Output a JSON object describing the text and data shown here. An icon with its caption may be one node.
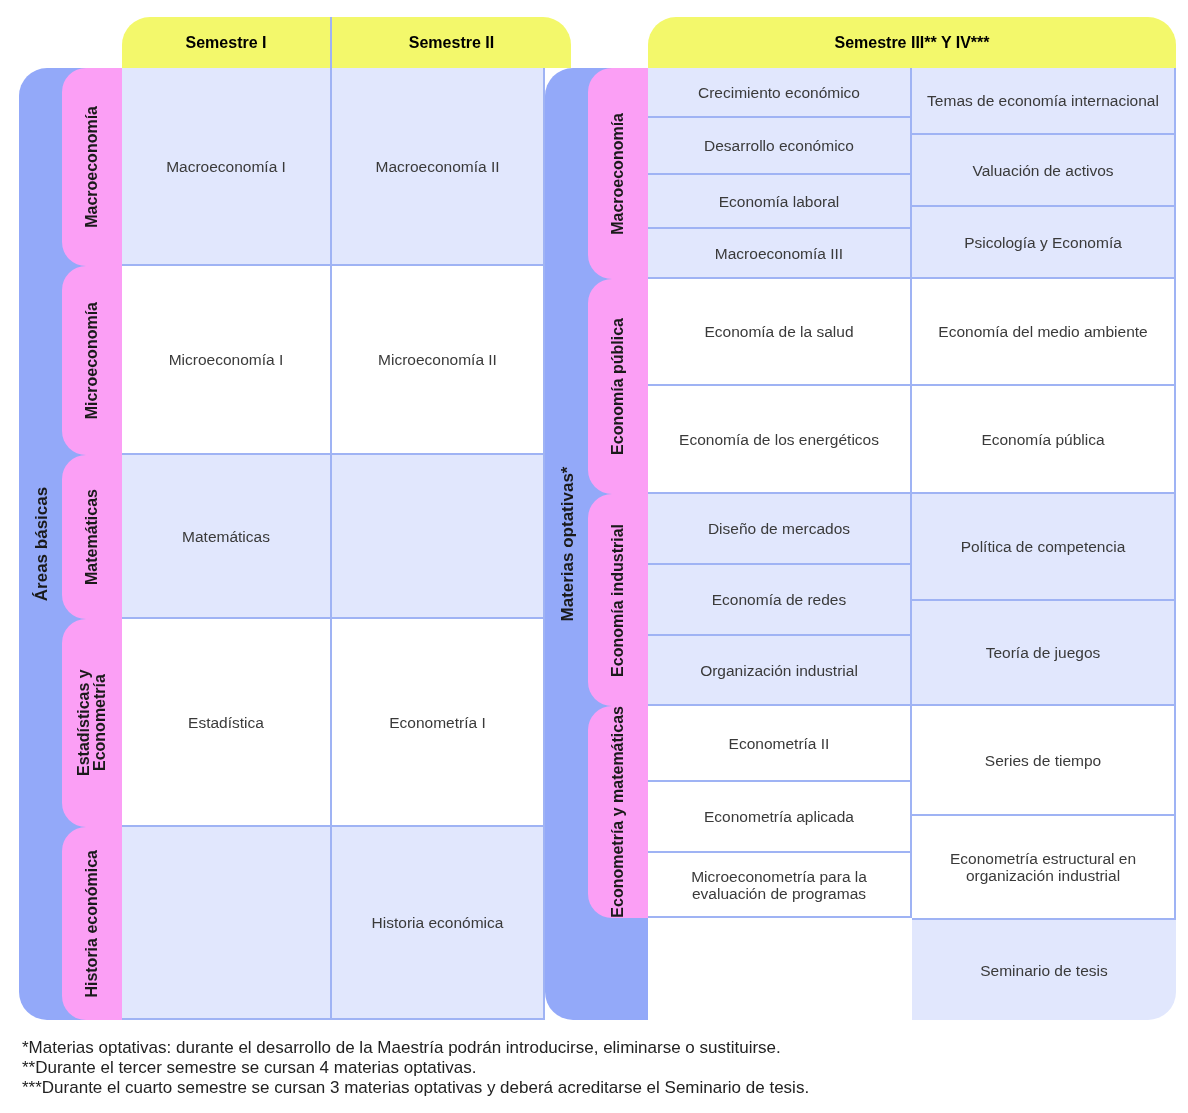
{
  "diagram": {
    "nodes": [
      {
        "text": [
          "Semestre I"
        ]
      },
      {
        "text": [
          "Semestre II"
        ]
      },
      {
        "text": [
          "Semestre III** Y IV***"
        ]
      },
      {
        "text": [
          "Áreas básicas"
        ]
      },
      {
        "text": [
          "Macroeconomía"
        ],
        "in": 3
      },
      {
        "text": [
          "Microeconomía"
        ],
        "in": 3
      },
      {
        "text": [
          "Matemáticas"
        ],
        "in": 3
      },
      {
        "text": [
          "Estadísticas y Econometría"
        ],
        "in": 3
      },
      {
        "text": [
          "Historia económica"
        ],
        "in": 3
      },
      {
        "text": [
          "Macroeconomía I"
        ]
      },
      {
        "text": [
          "Macroeconomía II"
        ]
      },
      {
        "text": [
          "Microeconomía I"
        ]
      },
      {
        "text": [
          "Microeconomía II"
        ]
      },
      {
        "text": [
          "Matemáticas"
        ]
      },
      {
        "text": [],
        "shape": "box"
      },
      {
        "text": [
          "Estadística"
        ]
      },
      {
        "text": [
          "Econometría I"
        ]
      },
      {
        "text": [],
        "shape": "box"
      },
      {
        "text": [
          "Historia económica"
        ]
      },
      {
        "text": [
          "Materias optativas*"
        ]
      },
      {
        "text": [
          "Macroeconomía"
        ],
        "in": 19
      },
      {
        "text": [
          "Economía pública"
        ],
        "in": 19
      },
      {
        "text": [
          "Economía industrial"
        ],
        "in": 19
      },
      {
        "text": [
          "Econometría y matemáticas"
        ],
        "in": 19
      },
      {
        "text": [
          "Crecimiento económico"
        ]
      },
      {
        "text": [
          "Desarrollo económico"
        ]
      },
      {
        "text": [
          "Economía laboral"
        ]
      },
      {
        "text": [
          "Macroeconomía III"
        ]
      },
      {
        "text": [
          "Economía de la salud"
        ]
      },
      {
        "text": [
          "Economía de los energéticos"
        ]
      },
      {
        "text": [
          "Diseño de mercados"
        ]
      },
      {
        "text": [
          "Economía de redes"
        ]
      },
      {
        "text": [
          "Organización industrial"
        ]
      },
      {
        "text": [
          "Econometría II"
        ]
      },
      {
        "text": [
          "Econometría aplicada"
        ]
      },
      {
        "text": [
          "Microeconometría para la evaluación de programas"
        ]
      },
      {
        "text": [
          "Temas de economía internacional"
        ]
      },
      {
        "text": [
          "Valuación de activos"
        ]
      },
      {
        "text": [
          "Psicología y Economía"
        ]
      },
      {
        "text": [
          "Economía del medio ambiente"
        ]
      },
      {
        "text": [
          "Economía pública"
        ]
      },
      {
        "text": [
          "Política de competencia"
        ]
      },
      {
        "text": [
          "Teoría de juegos"
        ]
      },
      {
        "text": [
          "Series de tiempo"
        ]
      },
      {
        "text": [
          "Econometría estructural en organización industrial"
        ]
      },
      {
        "text": [
          "Seminario de tesis"
        ]
      }
    ],
    "labels": [
      "*Materias optativas: durante el desarrollo de la Maestría podrán introducirse, eliminarse o sustituirse.",
      "**Durante el tercer semestre se cursan 4 materias optativas.",
      "***Durante el cuarto semestre se cursan 3 materias optativas y deberá acreditarse el Seminario de tesis."
    ]
  }
}
